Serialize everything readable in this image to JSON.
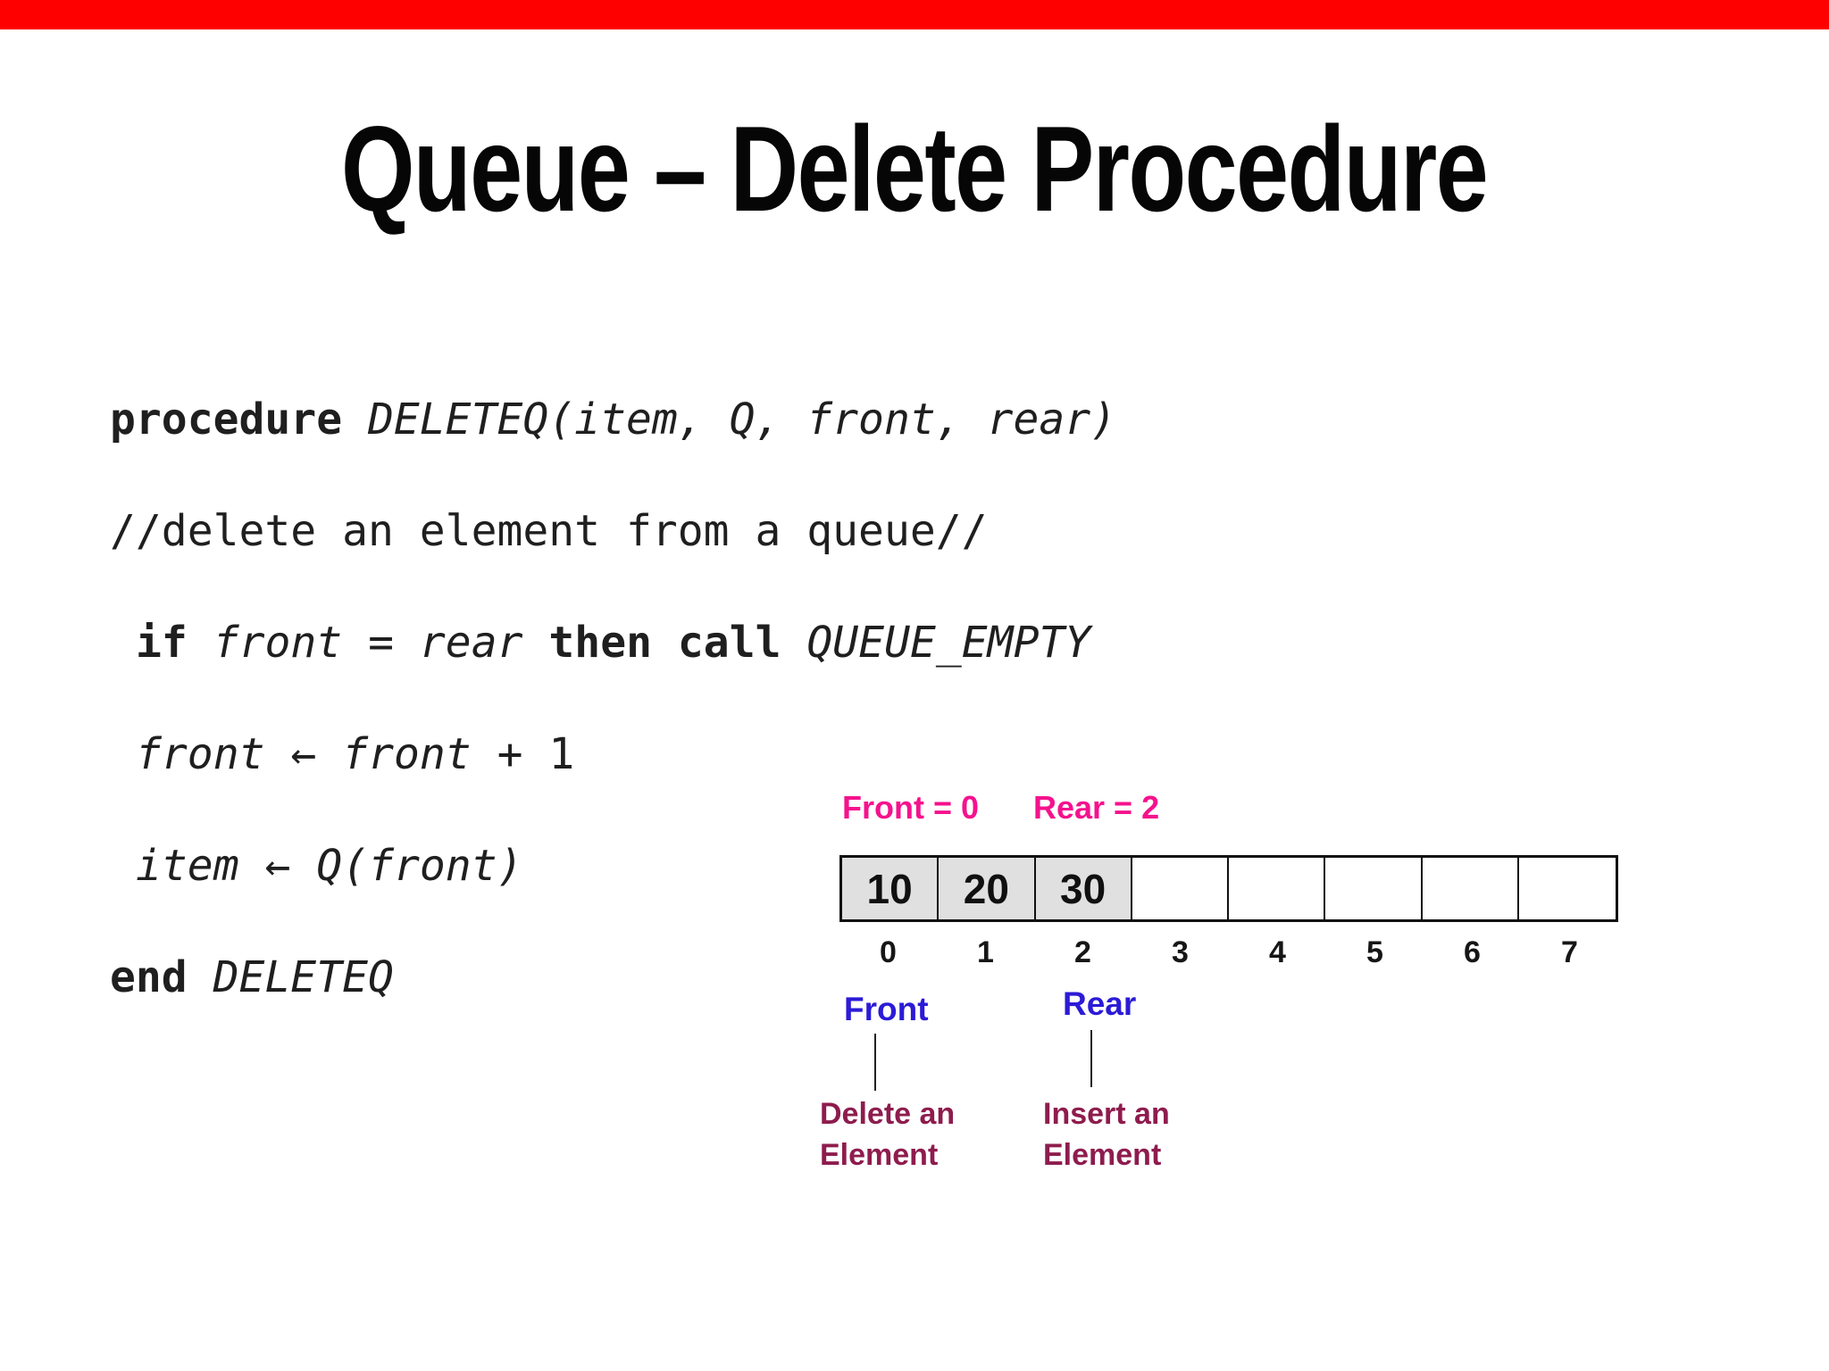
{
  "title": "Queue – Delete Procedure",
  "colors": {
    "red_bar": "#FF0000",
    "pink": "#F5128D",
    "blue": "#2B1BD6",
    "maroon": "#8E1C4E",
    "cell_fill": "#E0E0E0",
    "line_color": "#111111",
    "code_color": "#1F1F1F",
    "title_color": "#060606"
  },
  "code": {
    "lines": [
      {
        "indent": false,
        "segments": [
          {
            "text": "procedure ",
            "style": "bold"
          },
          {
            "text": "DELETEQ(item, Q, front, rear)",
            "style": "italic"
          }
        ]
      },
      {
        "indent": false,
        "segments": [
          {
            "text": "//delete an element from a queue//",
            "style": "normal"
          }
        ]
      },
      {
        "indent": true,
        "segments": [
          {
            "text": "if ",
            "style": "bold"
          },
          {
            "text": "front",
            "style": "italic"
          },
          {
            "text": " = ",
            "style": "normal"
          },
          {
            "text": "rear",
            "style": "italic"
          },
          {
            "text": " then call ",
            "style": "bold"
          },
          {
            "text": "QUEUE_EMPTY",
            "style": "italic"
          }
        ]
      },
      {
        "indent": true,
        "segments": [
          {
            "text": "front",
            "style": "italic"
          },
          {
            "text": " ← ",
            "style": "normal"
          },
          {
            "text": "front",
            "style": "italic"
          },
          {
            "text": " + 1",
            "style": "normal"
          }
        ]
      },
      {
        "indent": true,
        "segments": [
          {
            "text": "item",
            "style": "italic"
          },
          {
            "text": " ← ",
            "style": "normal"
          },
          {
            "text": "Q(front)",
            "style": "italic"
          }
        ]
      },
      {
        "indent": false,
        "segments": [
          {
            "text": "end ",
            "style": "bold"
          },
          {
            "text": "DELETEQ",
            "style": "italic"
          }
        ]
      }
    ]
  },
  "diagram": {
    "front_value_label": "Front = 0",
    "rear_value_label": "Rear = 2",
    "cells": [
      {
        "value": "10",
        "filled": true
      },
      {
        "value": "20",
        "filled": true
      },
      {
        "value": "30",
        "filled": true
      },
      {
        "value": "",
        "filled": false
      },
      {
        "value": "",
        "filled": false
      },
      {
        "value": "",
        "filled": false
      },
      {
        "value": "",
        "filled": false
      },
      {
        "value": "",
        "filled": false
      }
    ],
    "indices": [
      "0",
      "1",
      "2",
      "3",
      "4",
      "5",
      "6",
      "7"
    ],
    "front_label": "Front",
    "rear_label": "Rear",
    "delete_caption_line1": "Delete an",
    "delete_caption_line2": "Element",
    "insert_caption_line1": "Insert an",
    "insert_caption_line2": "Element"
  }
}
